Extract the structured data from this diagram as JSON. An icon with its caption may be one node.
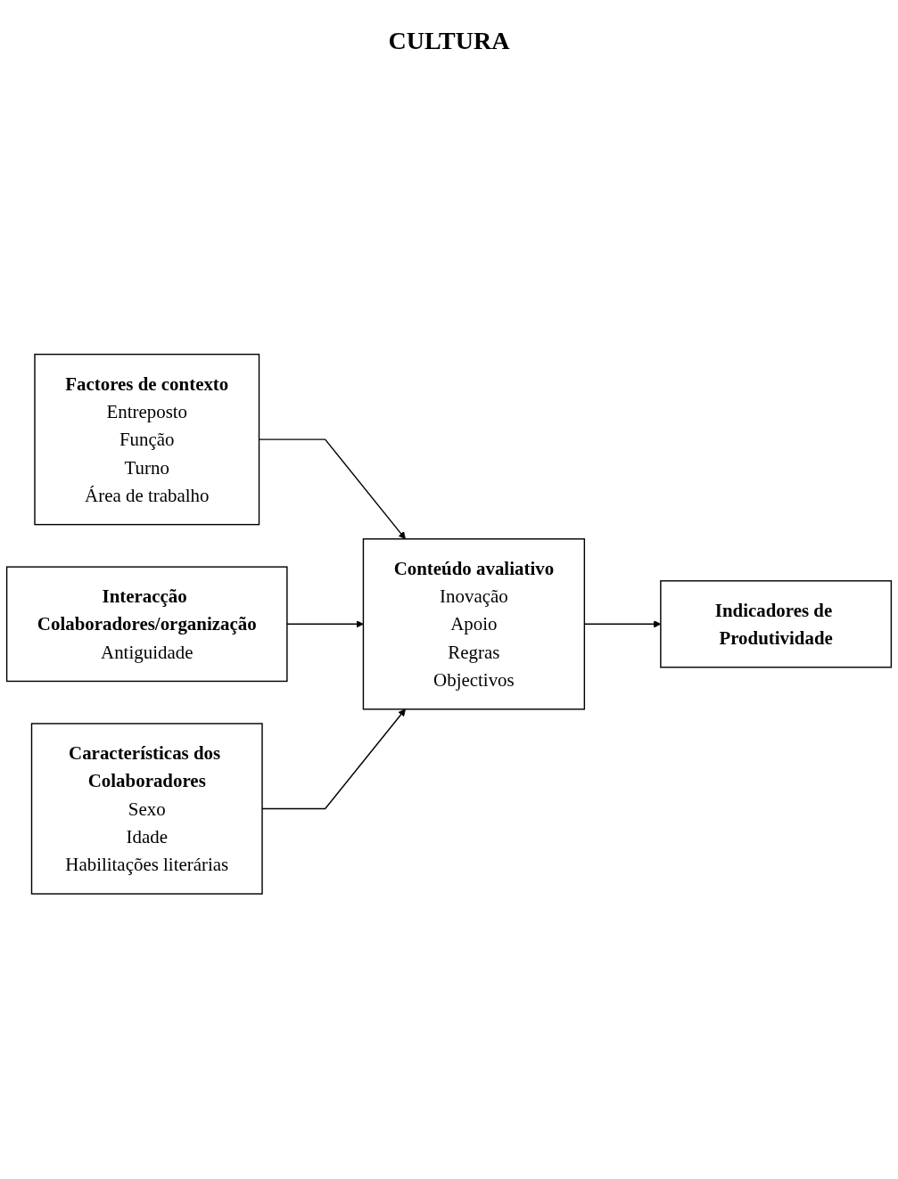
{
  "diagram": {
    "nodes": [
      {
        "text": [
          "Factores de contexto",
          "Entreposto",
          "Função",
          "Turno",
          "Área de trabalho"
        ]
      },
      {
        "text": [
          "Interacção Colaboradores/organização",
          "Antiguidade"
        ]
      },
      {
        "text": [
          "Características dos Colaboradores",
          "Sexo",
          "Idade",
          "Habilitações literárias"
        ]
      },
      {
        "text": [
          "Conteúdo avaliativo",
          "Inovação",
          "Apoio",
          "Regras",
          "Objectivos"
        ]
      },
      {
        "text": [
          "Indicadores de Produtividade"
        ]
      }
    ],
    "edges": [
      {
        "from": 0,
        "to": 3,
        "arrow": "to"
      },
      {
        "from": 1,
        "to": 3,
        "arrow": "to"
      },
      {
        "from": 2,
        "to": 3,
        "arrow": "to"
      },
      {
        "from": 3,
        "to": 4,
        "arrow": "to"
      }
    ],
    "labels": [
      "CULTURA"
    ]
  }
}
